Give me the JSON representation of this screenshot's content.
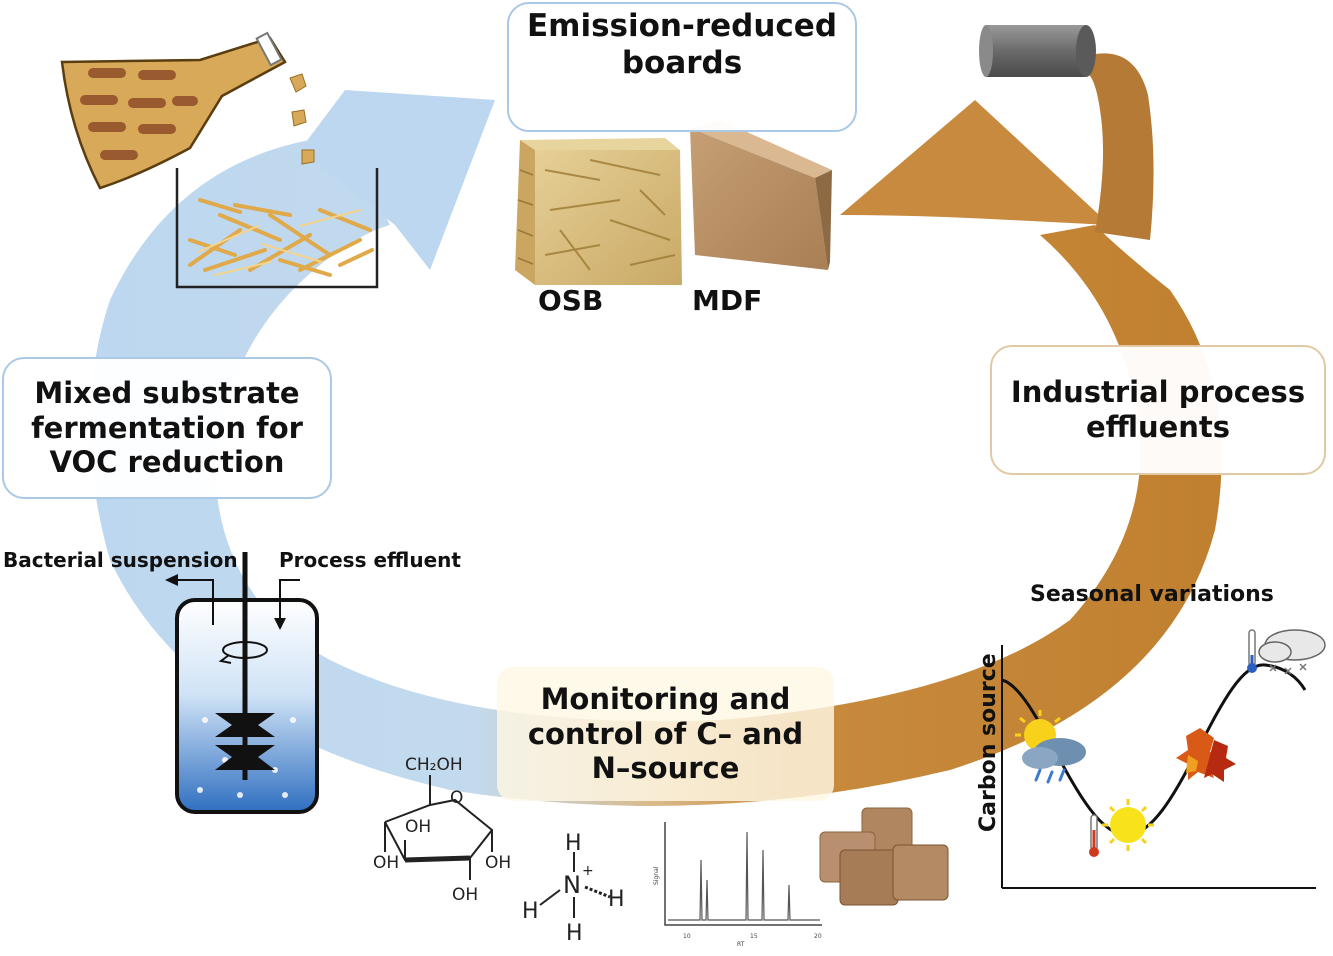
{
  "boxes": {
    "emission": "Emission-reduced\nboards",
    "mixed": "Mixed substrate\nfermentation for\nVOC reduction",
    "industrial": "Industrial process\neffluents",
    "monitoring": "Monitoring and\ncontrol of C– and\nN–source"
  },
  "boards": {
    "osb": "OSB",
    "mdf": "MDF"
  },
  "bioreactor": {
    "left_label": "Bacterial suspension",
    "right_label": "Process effluent"
  },
  "seasonal": {
    "title": "Seasonal variations",
    "ylabel": "Carbon source"
  },
  "glucose": {
    "ch2oh": "CH₂OH",
    "oh": "OH"
  },
  "ammonium": {
    "n": "N",
    "h": "H",
    "plus": "+"
  },
  "chromatogram": {
    "ylabel": "Signal",
    "xlabel": "RT",
    "ticks": [
      "10",
      "15",
      "20"
    ]
  },
  "colors": {
    "blue_arrow": "#bcd7ef",
    "brown_arrow": "#c88a3e",
    "liquid": "#2f6fc0"
  }
}
